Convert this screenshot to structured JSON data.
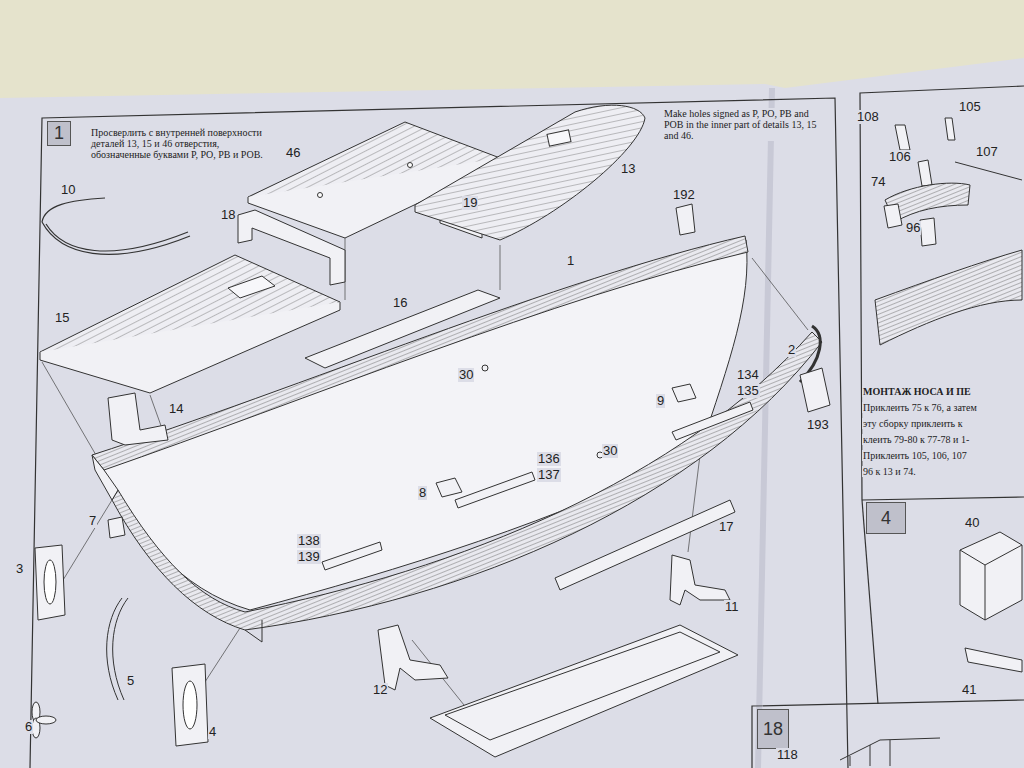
{
  "diagram": {
    "nodes": [
      {
        "text": [
          "1"
        ]
      },
      {
        "text": [
          "4"
        ]
      },
      {
        "text": [
          "18"
        ]
      }
    ],
    "labels": [
      "Просверлить с внутренней поверхности деталей 13, 15 и 46 отверстия, обозначенные буквами P, PO, PB и POB.",
      "Make holes signed as P, PO, PB and POB in the inner part of details 13, 15 and 46.",
      "46",
      "13",
      "10",
      "18",
      "19",
      "192",
      "1",
      "15",
      "16",
      "30",
      "2",
      "134",
      "135",
      "193",
      "9",
      "14",
      "136",
      "137",
      "30",
      "8",
      "17",
      "7",
      "138",
      "139",
      "3",
      "11",
      "5",
      "12",
      "6",
      "4",
      "108",
      "105",
      "106",
      "107",
      "74",
      "96",
      "МОНТАЖ НОСА И ПЕ",
      "Приклеить 75 к 76, а затем",
      "эту сборку приклеить к",
      "клеить 79-80 к 77-78 и 1-",
      "Приклеить 105, 106, 107",
      "96 к 13 и 74.",
      "40",
      "41",
      "118"
    ]
  }
}
